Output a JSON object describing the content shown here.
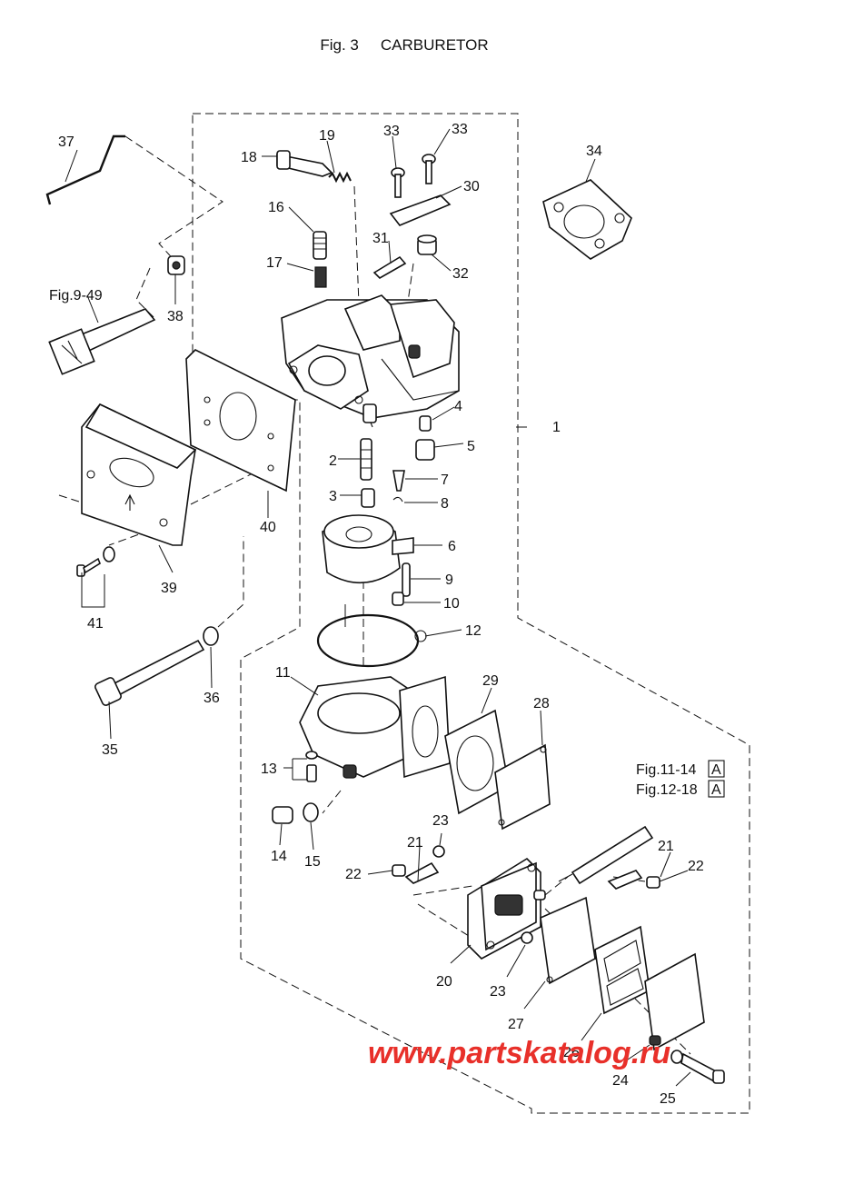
{
  "figure": {
    "number": "Fig. 3",
    "name": "CARBURETOR"
  },
  "labels": [
    "1",
    "2",
    "3",
    "4",
    "5",
    "6",
    "7",
    "8",
    "9",
    "10",
    "11",
    "12",
    "13",
    "14",
    "15",
    "16",
    "17",
    "18",
    "19",
    "20",
    "21",
    "21",
    "22",
    "22",
    "23",
    "23",
    "24",
    "25",
    "26",
    "27",
    "28",
    "29",
    "30",
    "31",
    "32",
    "33",
    "33",
    "34",
    "35",
    "36",
    "37",
    "38",
    "39",
    "40",
    "41"
  ],
  "references": {
    "fig_9_49": "Fig.9-49",
    "fig_11_14": "Fig.11-14",
    "fig_12_18": "Fig.12-18",
    "box_letter": "A"
  },
  "watermark": "www.partskatalog.ru"
}
